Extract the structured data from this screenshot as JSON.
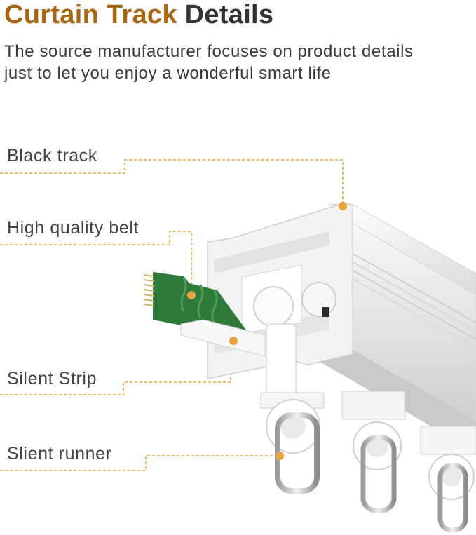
{
  "header": {
    "title_accent": "Curtain Track",
    "title_rest": "Details",
    "subtitle": "The source manufacturer focuses on product details just to let you enjoy a wonderful smart life"
  },
  "callouts": [
    {
      "label": "Black track"
    },
    {
      "label": "High quality belt"
    },
    {
      "label": "Silent Strip"
    },
    {
      "label": "Slient runner"
    }
  ],
  "colors": {
    "accent_title": "#a8660f",
    "leader_line": "#e8a33c",
    "belt_green": "#2f7a3a",
    "track_white": "#f4f4f4"
  }
}
